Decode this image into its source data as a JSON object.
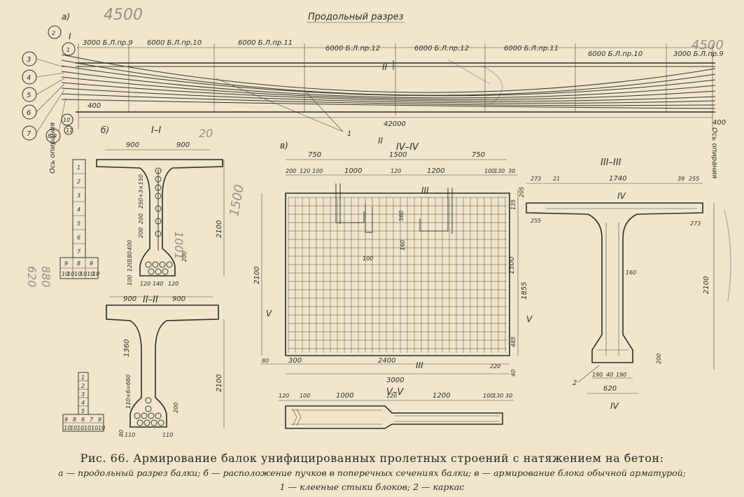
{
  "pencil_marks": {
    "top_left": "4500",
    "top_right": "4500",
    "mid": "20",
    "margin_1": "620",
    "margin_2": "880",
    "margin_3": "1500",
    "margin_4": "1001"
  },
  "section_a": {
    "tag": "а)",
    "title": "Продольный разрез",
    "segments": [
      "3000 Б.Л.пр.9",
      "6000 Б.Л.пр.10",
      "6000 Б.Л.пр.11",
      "6000 Б.Л.пр.12",
      "6000 Б.Л.пр.12",
      "6000 Б.Л.пр.11",
      "6000 Б.Л.пр.10",
      "3000 Б.Л.пр.9"
    ],
    "total_length": "42000",
    "end_dim_left": "400",
    "end_dim_right": "400",
    "support_axis_left": "Ось опирания",
    "support_axis_right": "Ось опирания",
    "cut_mark_top": "II",
    "cut_mark_bottom": "II",
    "joint_label": "1",
    "tendon_numbers": [
      "3",
      "4",
      "5",
      "6",
      "7",
      "8-9"
    ],
    "marker_2": "2",
    "marker_1": "1",
    "marker_10": "10",
    "marker_11": "11",
    "mark_I": "I"
  },
  "section_b": {
    "tag": "б)",
    "title_I": "I–I",
    "title_II": "II–II",
    "I": {
      "flange_left": "900",
      "flange_right": "900",
      "height": "2100",
      "dims_vertical": [
        "250+3×150",
        "200",
        "200",
        "400",
        "180",
        "120",
        "200",
        "100"
      ],
      "dims_bottom": [
        "120",
        "140",
        "120"
      ],
      "table_rows": [
        "1",
        "2",
        "3",
        "4",
        "5",
        "6",
        "7"
      ],
      "table_bottom": [
        "9",
        "8",
        "9"
      ],
      "table_bottom2": [
        "10",
        "10",
        "10",
        "10",
        "10",
        "10"
      ]
    },
    "II": {
      "flange_left": "900",
      "flange_right": "900",
      "height": "2100",
      "dim_web": "1360",
      "dim_low": "110×6=660",
      "dim_bulb": "200",
      "dim_80": "80",
      "dims_bottom": [
        "110",
        "110"
      ],
      "table_rows": [
        "1",
        "2",
        "3",
        "4",
        "5"
      ],
      "table_bottom": [
        "9",
        "8",
        "6",
        "7",
        "9"
      ],
      "table_bottom2": [
        "10",
        "10",
        "10",
        "10",
        "10",
        "10"
      ]
    }
  },
  "section_c": {
    "tag": "в)",
    "title_IV": "IV–IV",
    "top_dims": [
      "750",
      "1500",
      "750"
    ],
    "sub_dims": [
      "200",
      "120",
      "100",
      "1000",
      "120",
      "1200",
      "100",
      "130",
      "30"
    ],
    "height": "2100",
    "right_dims": [
      "135",
      "205",
      "1500",
      "1855",
      "485",
      "40"
    ],
    "inner_dims": [
      "560",
      "160",
      "100"
    ],
    "bottom_dims": [
      "80",
      "300",
      "2400",
      "220"
    ],
    "total": "3000",
    "cut_III": "III",
    "cut_V": "V",
    "title_V": "V–V",
    "v_dims": [
      "120",
      "100",
      "1000",
      "120",
      "1200",
      "100",
      "130",
      "30"
    ]
  },
  "section_d": {
    "title_III": "III–III",
    "top_dims": [
      "273",
      "21",
      "1740",
      "39",
      "255"
    ],
    "flange_dims": [
      "255",
      "273"
    ],
    "cut_IV_top": "IV",
    "cut_IV_bottom": "IV",
    "web": "160",
    "height": "2100",
    "bulb": "200",
    "bottom_dims": [
      "190",
      "40",
      "190"
    ],
    "bottom_total": "620",
    "marker_2": "2"
  },
  "caption": {
    "main": "Рис. 66. Армирование балок унифицированных пролетных строений с натяжением на бетон:",
    "line1": "а — продольный разрез балки; б — расположение пучков в поперечных сечениях балки; в — армирование блока обычной арматурой;",
    "line2": "1 — клееные стыки блоков; 2 — каркас"
  },
  "colors": {
    "paper": "#efe6cc",
    "ink": "#2e2a26",
    "pencil": "#9e8a86"
  }
}
